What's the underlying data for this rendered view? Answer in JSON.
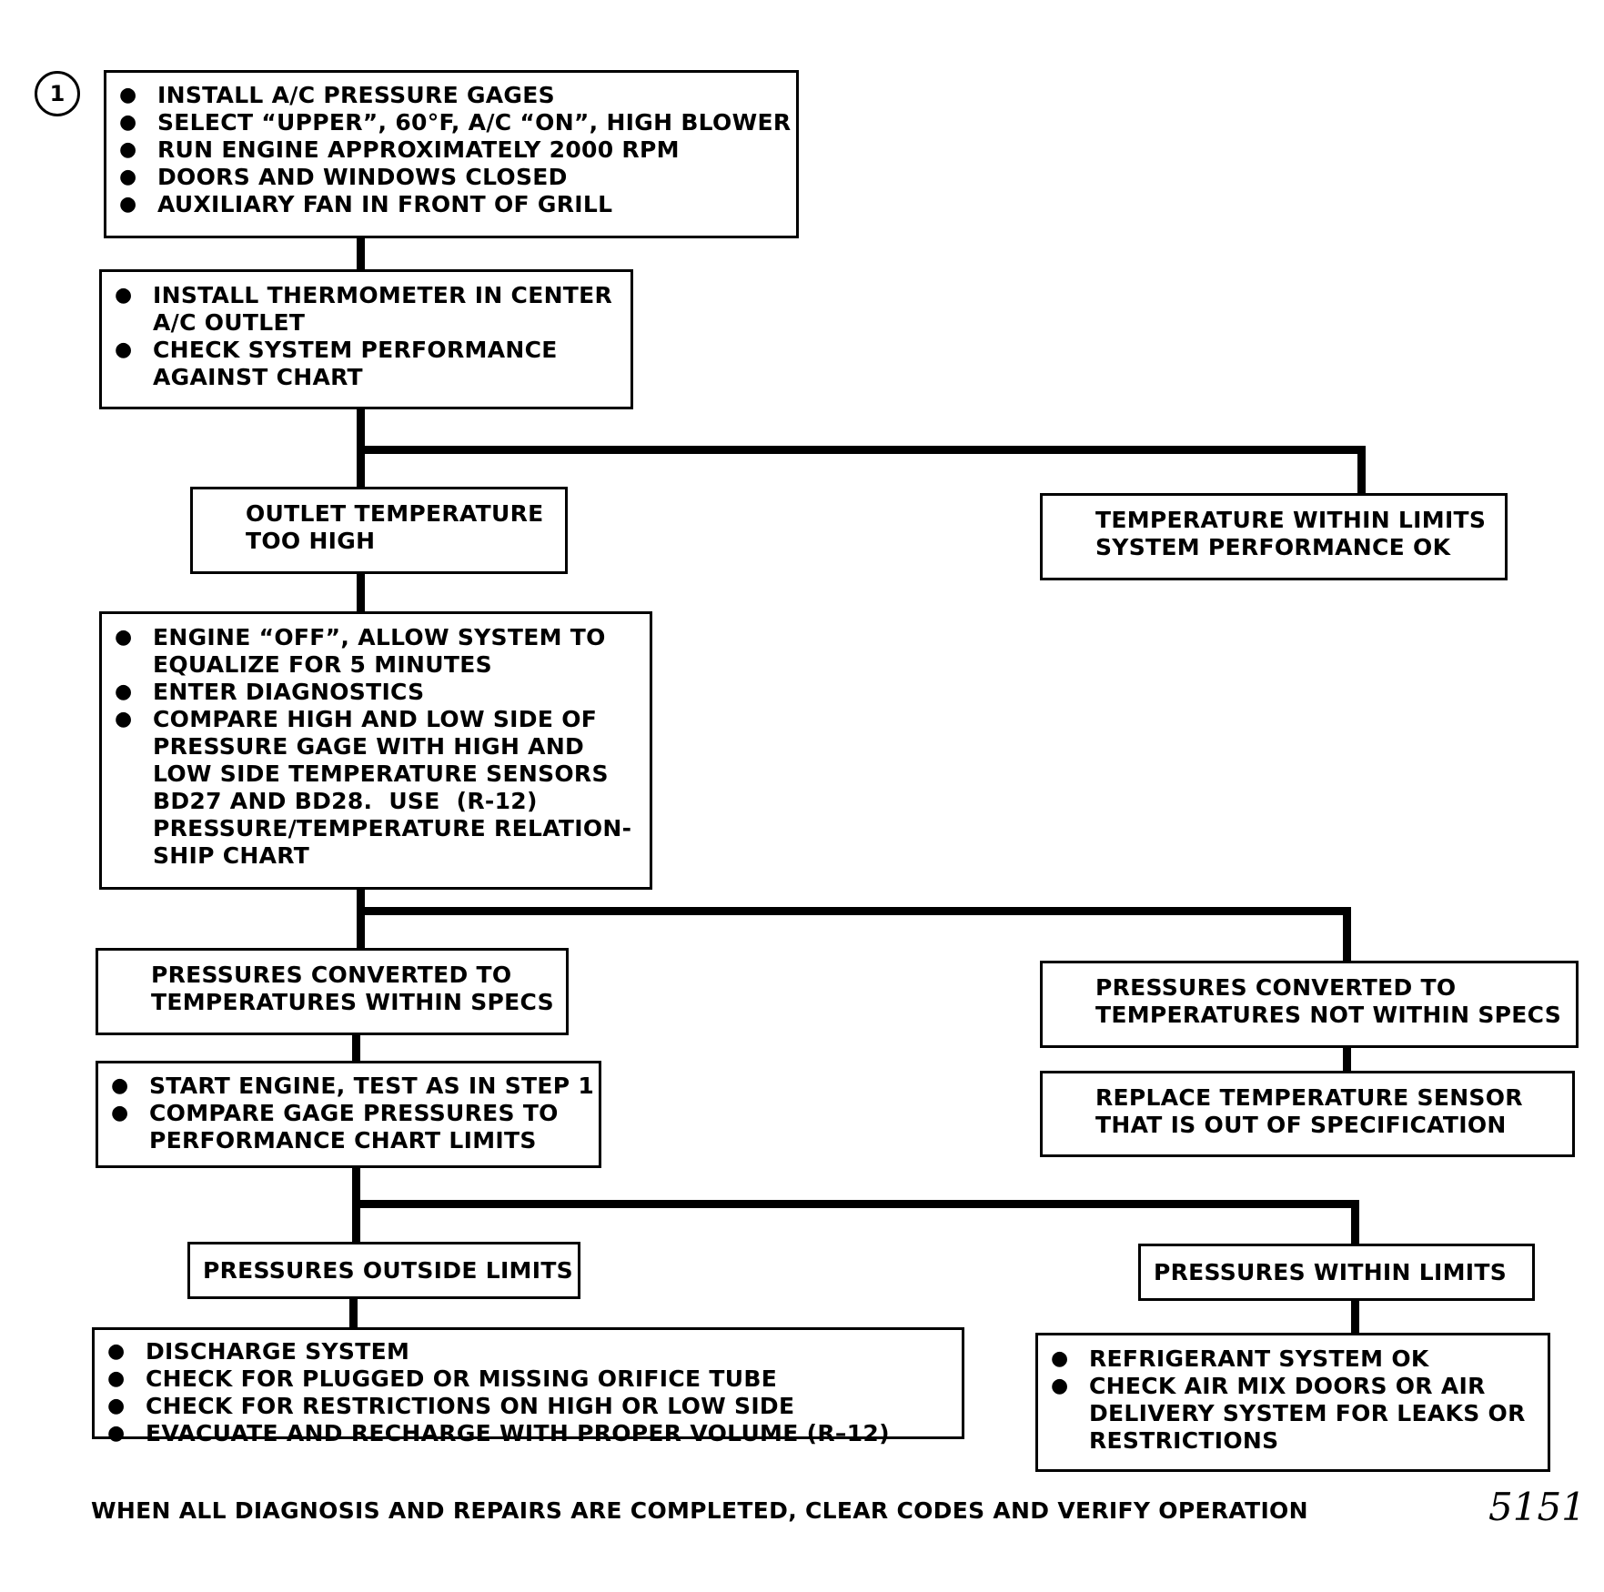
{
  "step_number": "1",
  "boxes": {
    "setup": {
      "items": [
        "INSTALL A/C PRESSURE GAGES",
        "SELECT “UPPER”, 60°F, A/C “ON”, HIGH BLOWER",
        "RUN ENGINE APPROXIMATELY 2000 RPM",
        "DOORS AND WINDOWS CLOSED",
        "AUXILIARY FAN IN FRONT OF GRILL"
      ]
    },
    "thermometer": {
      "items": [
        "INSTALL THERMOMETER IN CENTER\nA/C OUTLET",
        "CHECK SYSTEM PERFORMANCE\nAGAINST CHART"
      ]
    },
    "outlet_high": {
      "text": "OUTLET TEMPERATURE\nTOO HIGH"
    },
    "temp_ok": {
      "text": "TEMPERATURE WITHIN LIMITS\nSYSTEM PERFORMANCE OK"
    },
    "engine_off": {
      "items": [
        "ENGINE “OFF”, ALLOW SYSTEM TO\nEQUALIZE FOR 5 MINUTES",
        "ENTER DIAGNOSTICS",
        "COMPARE HIGH AND LOW SIDE OF\nPRESSURE GAGE WITH HIGH AND\nLOW SIDE TEMPERATURE SENSORS\nBD27 AND BD28.  USE  (R-12)\nPRESSURE/TEMPERATURE RELATION-\nSHIP CHART"
      ]
    },
    "within_specs": {
      "text": "PRESSURES CONVERTED TO\nTEMPERATURES WITHIN SPECS"
    },
    "not_within_specs": {
      "text": "PRESSURES CONVERTED TO\nTEMPERATURES NOT WITHIN SPECS"
    },
    "start_engine": {
      "items": [
        "START ENGINE, TEST AS IN STEP 1",
        "COMPARE GAGE PRESSURES TO\nPERFORMANCE CHART LIMITS"
      ]
    },
    "replace_sensor": {
      "text": "REPLACE TEMPERATURE SENSOR\nTHAT IS OUT OF SPECIFICATION"
    },
    "outside_limits": {
      "text": "PRESSURES OUTSIDE LIMITS"
    },
    "within_limits": {
      "text": "PRESSURES WITHIN LIMITS"
    },
    "discharge": {
      "items": [
        "DISCHARGE SYSTEM",
        "CHECK FOR PLUGGED OR MISSING ORIFICE TUBE",
        "CHECK FOR RESTRICTIONS ON HIGH OR LOW SIDE",
        "EVACUATE AND RECHARGE WITH PROPER VOLUME  (R–12)"
      ]
    },
    "refrigerant_ok": {
      "items": [
        "REFRIGERANT SYSTEM OK",
        "CHECK AIR MIX DOORS OR AIR\nDELIVERY SYSTEM FOR LEAKS OR\nRESTRICTIONS"
      ]
    }
  },
  "footer": "WHEN ALL DIAGNOSIS AND REPAIRS ARE COMPLETED, CLEAR CODES AND VERIFY OPERATION",
  "figure_number": "5151"
}
